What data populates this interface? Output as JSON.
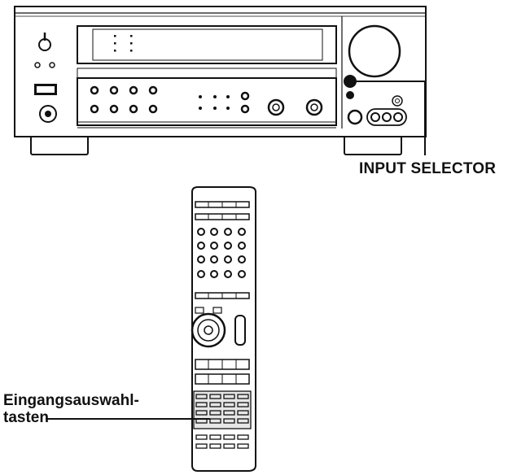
{
  "labels": {
    "input_selector": "INPUT SELECTOR",
    "eingang_line1": "Eingangsauswahl-",
    "eingang_line2": "tasten"
  },
  "colors": {
    "line": "#111111",
    "fill": "#ffffff",
    "shade": "#e6e6e6"
  },
  "icons": {
    "standby": "power-icon",
    "remote_cursor": "cursor-pad-icon"
  }
}
